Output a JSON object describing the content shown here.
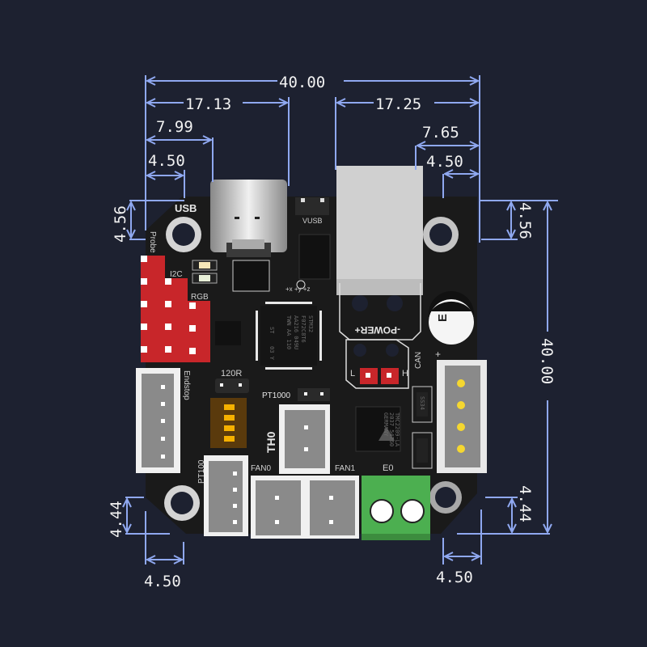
{
  "diagram": {
    "colors": {
      "background": "#1d2130",
      "board": "#1a1a1a",
      "dimension_line": "#8fa8f0",
      "dimension_text": "#f2f2f2",
      "header_red": "#c8262a",
      "terminal_green": "#4caf50",
      "dip_switch": "#5a3a0c",
      "dip_toggle": "#f5b000",
      "pin_yellow": "#f5d730",
      "connector_grey": "#9a9a9a"
    },
    "dimensions": {
      "overall_width": "40.00",
      "overall_height": "40.00",
      "usb_left_to_right": "17.13",
      "usb_left_offset": "7.99",
      "hole_top_left_x": "4.50",
      "hole_top_left_y": "4.56",
      "power_right_width": "17.25",
      "power_right_offset": "7.65",
      "hole_top_right_x": "4.50",
      "hole_top_right_y": "4.56",
      "hole_bottom_left_x": "4.50",
      "hole_bottom_left_y": "4.44",
      "hole_bottom_right_x": "4.50",
      "hole_bottom_right_y": "4.44"
    },
    "silkscreen": {
      "usb": "USB",
      "vusb": "VUSB",
      "probe": "Probe",
      "i2c": "I2C",
      "rgb": "RGB",
      "endstop": "Endstop",
      "r120": "120R",
      "pt1000": "PT1000",
      "th0": "TH0",
      "pt100": "PT100",
      "fan0": "FAN0",
      "fan1": "FAN1",
      "e0": "E0",
      "power": "-POWER+",
      "can": "CAN",
      "can_l": "L",
      "can_h": "H",
      "cap_plus": "+",
      "cap_label": "E",
      "axis_label": "+x +y +z"
    },
    "chips": {
      "mcu": [
        "STM32",
        "F072C8T6",
        "AA216 049U",
        "TWN AA 110"
      ],
      "mcu_logo": "ST",
      "mcu_mark": "03 Y",
      "driver": [
        "TMC2209-LA",
        "2037 54760",
        "GERMANY"
      ],
      "diode": "SS34"
    }
  }
}
